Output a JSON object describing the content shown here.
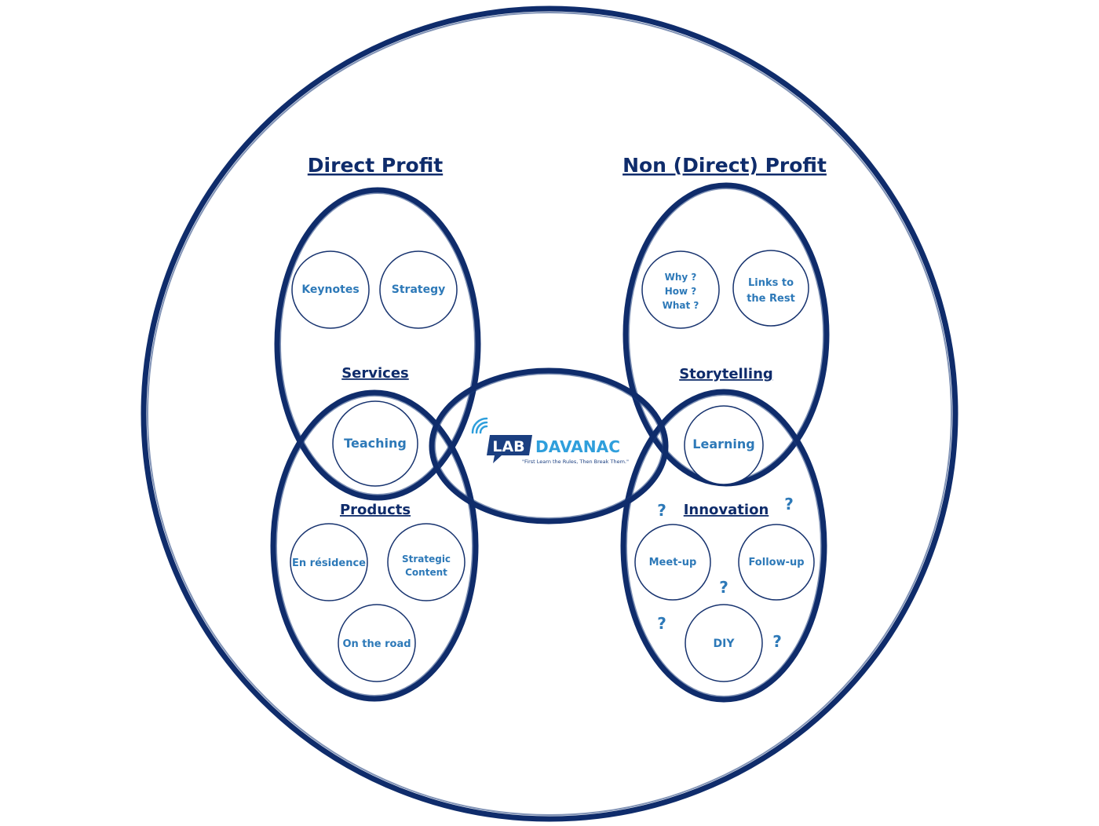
{
  "headings": {
    "direct_profit": "Direct Profit",
    "non_direct_profit": "Non (Direct) Profit",
    "services": "Services",
    "products": "Products",
    "storytelling": "Storytelling",
    "innovation": "Innovation"
  },
  "bubbles": {
    "keynotes": "Keynotes",
    "strategy": "Strategy",
    "teaching": "Teaching",
    "en_residence": "En résidence",
    "strategic_content_1": "Strategic",
    "strategic_content_2": "Content",
    "on_the_road": "On the road",
    "why": "Why ?",
    "how": "How ?",
    "what": "What ?",
    "links_1": "Links to",
    "links_2": "the Rest",
    "learning": "Learning",
    "meetup": "Meet-up",
    "followup": "Follow-up",
    "diy": "DIY"
  },
  "logo": {
    "lab": "LAB",
    "davanac": "DAVANAC",
    "tagline": "\"First Learn the Rules, Then Break Them.\""
  },
  "question_mark": "?",
  "colors": {
    "outline": "#0f2c6b",
    "text_blue": "#2d79b8",
    "logo_dark": "#1b3f80",
    "logo_light": "#2f9fdc"
  }
}
